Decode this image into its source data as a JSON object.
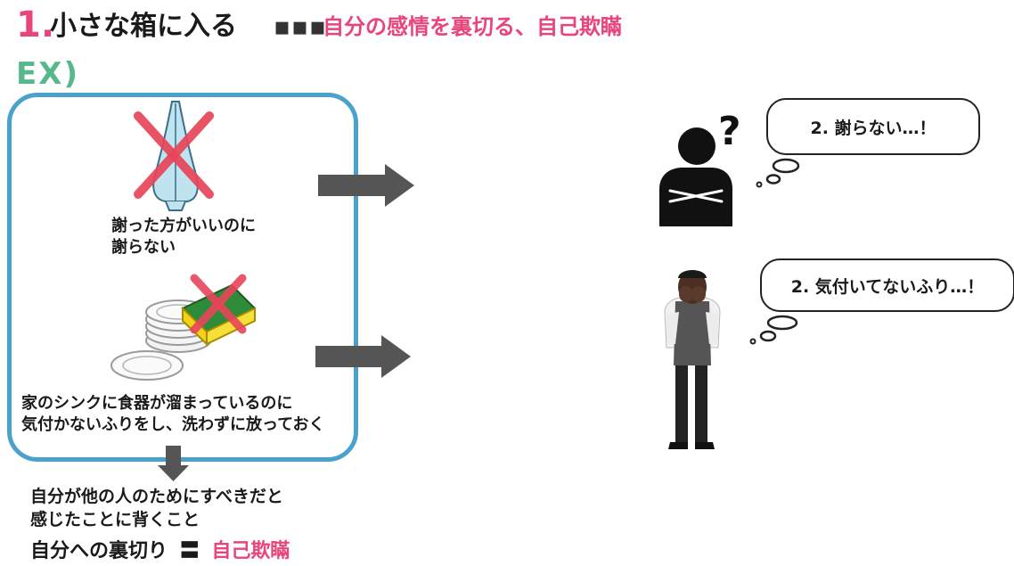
{
  "header": {
    "number": "1",
    "title": "小さな箱に入る",
    "ellipsis": "▪▪▪",
    "subtitle": "自分の感情を裏切る、自己欺瞞"
  },
  "example_label": "EX)",
  "examples": [
    {
      "caption_line1": "謝った方がいいのに",
      "caption_line2": "謝らない"
    },
    {
      "caption_line1": "家のシンクに食器が溜まっているのに",
      "caption_line2": "気付かないふりをし、洗わずに放っておく"
    }
  ],
  "thoughts": [
    {
      "text": "2. 謝らない…！"
    },
    {
      "text": "2. 気付いてないふり…！"
    }
  ],
  "conclusion": {
    "line1": "自分が他の人のためにすべきだと",
    "line2": "感じたことに背くこと"
  },
  "final": {
    "left": "自分への裏切り",
    "equals": "〓",
    "right": "自己欺瞞"
  },
  "colors": {
    "accent_pink": "#e8457a",
    "accent_green": "#57b88b",
    "box_blue": "#4aa2cc",
    "cross_red": "#e8455a"
  },
  "icons": [
    "praying-hands-icon",
    "dishes-icon",
    "sponge-icon",
    "question-mark-icon",
    "arrow-right-icon",
    "arrow-down-icon"
  ]
}
